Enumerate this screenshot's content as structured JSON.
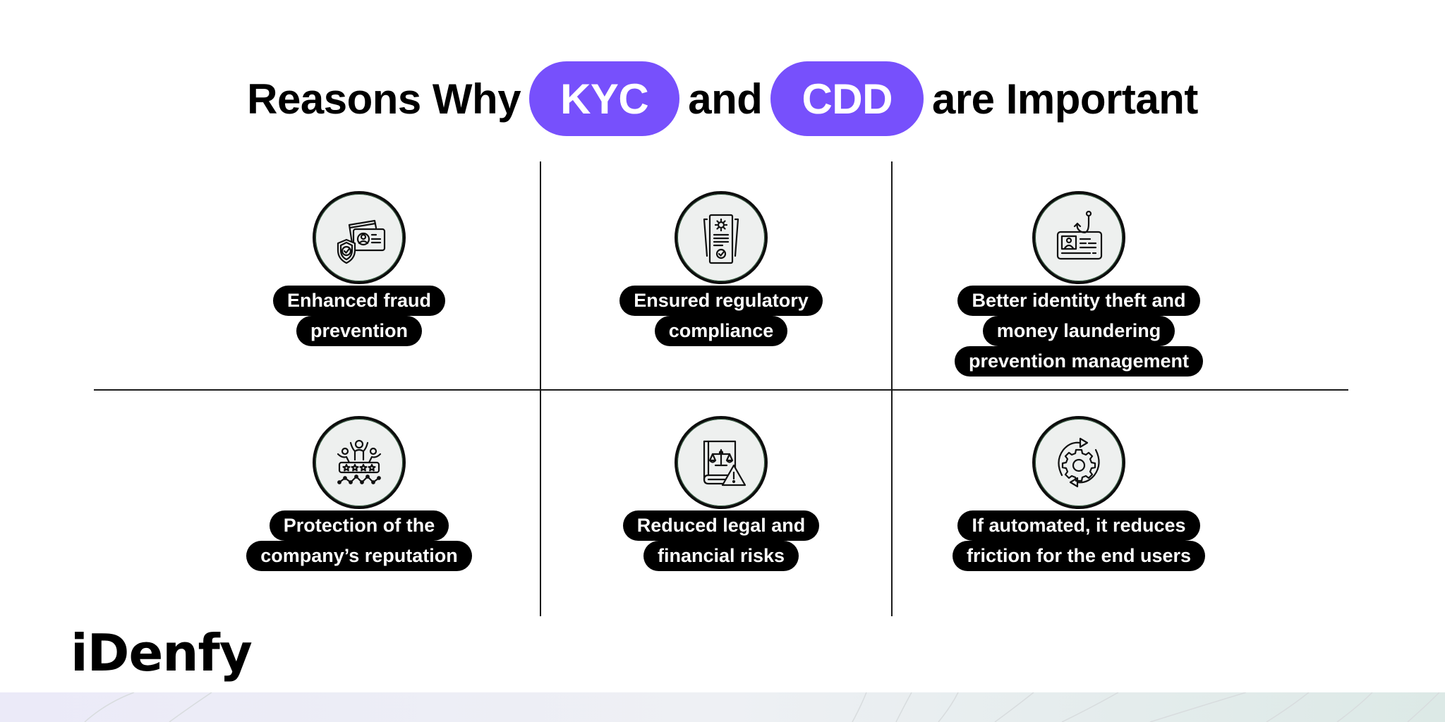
{
  "title": {
    "prefix": "Reasons Why",
    "highlight1": "KYC",
    "middle": "and",
    "highlight2": "CDD",
    "suffix": "are Important",
    "highlight_color": "#7750FC"
  },
  "reasons": [
    {
      "icon": "id-card-shield-icon",
      "lines": [
        "Enhanced fraud",
        "prevention"
      ]
    },
    {
      "icon": "compliance-document-icon",
      "lines": [
        "Ensured regulatory",
        "compliance"
      ]
    },
    {
      "icon": "id-phishing-hook-icon",
      "lines": [
        "Better identity theft and",
        "money laundering",
        "prevention management"
      ]
    },
    {
      "icon": "reputation-rating-icon",
      "lines": [
        "Protection of the",
        "company’s reputation"
      ]
    },
    {
      "icon": "legal-book-warning-icon",
      "lines": [
        "Reduced legal and",
        "financial risks"
      ]
    },
    {
      "icon": "automation-gear-icon",
      "lines": [
        "If automated, it reduces",
        "friction for the end users"
      ]
    }
  ],
  "brand": {
    "logo": "iDenfy"
  },
  "colors": {
    "accent": "#7750FC",
    "label_bg": "#000000",
    "icon_bg": "#EEF0EF"
  }
}
